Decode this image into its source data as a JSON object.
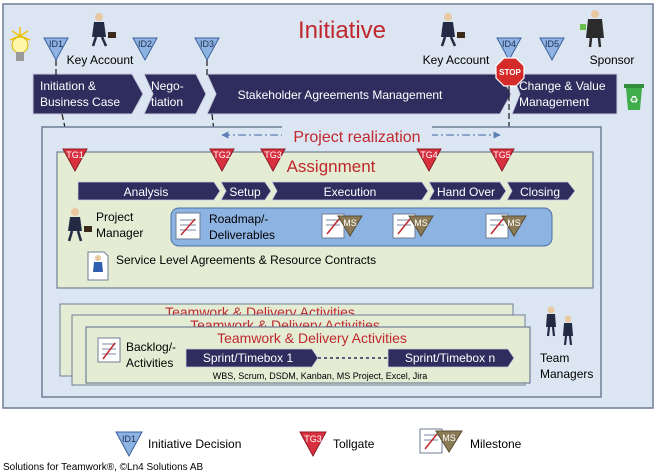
{
  "title": "Initiative",
  "key_account_left": "Key Account",
  "key_account_right": "Key Account",
  "sponsor": "Sponsor",
  "decisions": [
    "ID1",
    "ID2",
    "ID3",
    "ID4",
    "ID5"
  ],
  "top_phases": [
    "Initiation &",
    "Business Case",
    "Nego-",
    "tiation",
    "Stakeholder Agreements Management",
    "Change & Value",
    "Management"
  ],
  "stop_sign": "STOP",
  "project_realization": "Project realization",
  "tollgates": [
    "TG1",
    "TG2",
    "TG3",
    "TG4",
    "TG5"
  ],
  "assignment": "Assignment",
  "assignment_phases": [
    "Analysis",
    "Setup",
    "Execution",
    "Hand Over",
    "Closing"
  ],
  "project_manager": [
    "Project",
    "Manager"
  ],
  "roadmap": [
    "Roadmap/-",
    "Deliverables"
  ],
  "milestone_label": "MS",
  "sla": "Service Level Agreements & Resource Contracts",
  "teamwork_title": "Teamwork & Delivery Activities",
  "backlog": [
    "Backlog/-",
    "Activities"
  ],
  "sprint1": "Sprint/Timebox  1",
  "sprintn": "Sprint/Timebox n",
  "methods": "WBS, Scrum, DSDM, Kanban, MS Project, Excel, Jira",
  "team_managers": [
    "Team",
    "Managers"
  ],
  "legend": {
    "id": "ID1",
    "id_text": "Initiative Decision",
    "tg": "TG3",
    "tg_text": "Tollgate",
    "ms": "MS",
    "ms_text": "Milestone"
  },
  "footer": "Solutions for Teamwork®, ©Ln4 Solutions AB",
  "colors": {
    "navy": "#2e2d5e",
    "title_red": "#c0282d",
    "outer_fill": "#dce6f2",
    "outer_border": "#6f7e96",
    "assign_fill": "#e4ecd4",
    "roadmap_fill": "#8db3e2",
    "id_blue": "#8db3e2",
    "tg_red": "#d93040"
  }
}
